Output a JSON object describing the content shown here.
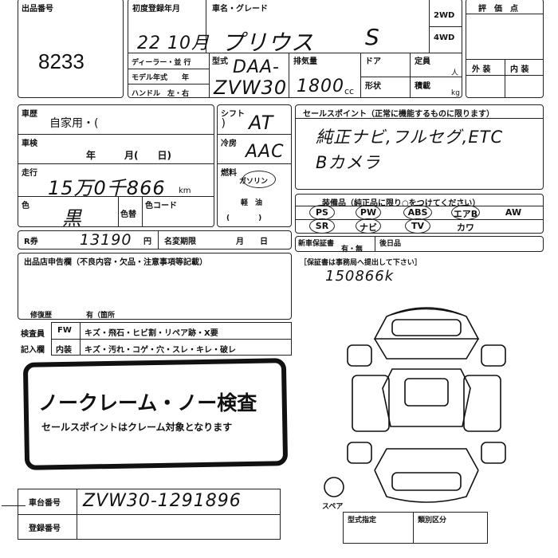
{
  "header": {
    "lot_no_label": "出品番号",
    "lot_no": "8233",
    "first_reg_label": "初度登録年月",
    "first_reg_value": "22 10月",
    "name_grade_label": "車名・グレード",
    "car_name": "プリウス",
    "grade": "S",
    "drive_2wd": "2WD",
    "drive_4wd": "4WD",
    "dealer_label": "ディーラー・並 行",
    "model_year_label": "モデル年式　　年",
    "handle_label": "ハンドル　左・右",
    "type_label": "型式",
    "type_value_1": "DAA-",
    "type_value_2": "ZVW30",
    "displacement_label": "排気量",
    "displacement_value": "1800",
    "cc": "cc",
    "doors_label": "ドア",
    "capacity_label": "定員",
    "persons": "人",
    "shape_label": "形状",
    "load_label": "積載",
    "kg": "kg"
  },
  "rating": {
    "title": "評　価　点",
    "exterior": "外 装",
    "interior": "内 装"
  },
  "history": {
    "label": "車歴",
    "value": "自家用・(　　　　　　　　　　　)"
  },
  "inspection": {
    "label": "車検",
    "value": "年　　　月(　　日)"
  },
  "mileage": {
    "label": "走行",
    "value": "15万0千866",
    "unit": "km"
  },
  "color": {
    "label": "色",
    "value": "黒",
    "change_label": "色替",
    "code_label": "色コード"
  },
  "shift": {
    "label": "シフト",
    "value": "AT"
  },
  "aircon": {
    "label": "冷房",
    "value": "AAC"
  },
  "fuel": {
    "label": "燃料",
    "gasoline": "ガソリン",
    "diesel": "軽　油",
    "paren": "(　　　　)"
  },
  "sales_points": {
    "label": "セールスポイント（正常に機能するものに限ります）",
    "line1": "純正ナビ,フルセグ,ETC",
    "line2": "Bカメラ"
  },
  "equipment": {
    "label": "装備品（純正品に限り○をつけてください）",
    "row1": [
      "PS",
      "PW",
      "ABS",
      "エアB",
      "AW"
    ],
    "row2": [
      "SR",
      "ナビ",
      "TV",
      "カワ",
      ""
    ]
  },
  "recycle": {
    "label": "R券",
    "value": "13190",
    "yen": "円",
    "deadline_label": "名変期限",
    "deadline_value": "月　　日"
  },
  "warranty": {
    "label": "新車保証書",
    "value": "有・無",
    "later_label": "後日品"
  },
  "seller_report": {
    "label": "出品店申告欄（不良内容・欠品・注意事項等記載）",
    "repair_label": "修復歴",
    "repair_value": "有（箇所"
  },
  "mileage_note": {
    "label": "［保証書は事務局へ提出して下さい］",
    "value": "150866k"
  },
  "inspector": {
    "label1": "検査員",
    "label2": "記入欄",
    "fw": "FW",
    "fw_items": "キズ・飛石・ヒビ割・リペア跡・X要",
    "interior": "内装",
    "interior_items": "キズ・汚れ・コゲ・穴・スレ・キレ・破レ"
  },
  "stamp": {
    "title": "ノークレーム・ノー検査",
    "subtitle": "セールスポイントはクレーム対象となります"
  },
  "chassis": {
    "label": "車台番号",
    "value": "ZVW30-1291896"
  },
  "registration": {
    "label": "登録番号"
  },
  "diagram": {
    "spare_label": "スペア"
  },
  "type_designation": {
    "label": "型式指定",
    "category_label": "類別区分"
  }
}
